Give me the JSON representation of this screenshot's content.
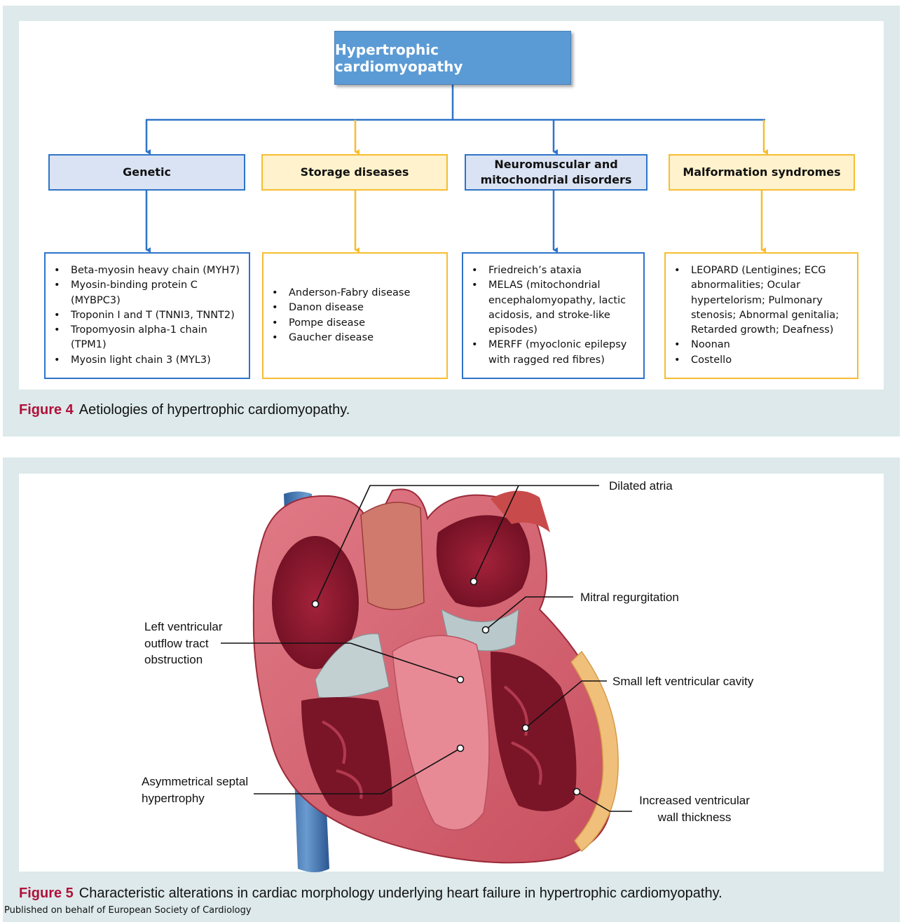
{
  "figure4": {
    "root": "Hypertrophic cardiomyopathy",
    "categories": [
      {
        "title": "Genetic",
        "color": "blue"
      },
      {
        "title": "Storage diseases",
        "color": "yellow"
      },
      {
        "title": "Neuromuscular and mitochondrial disorders",
        "color": "blue"
      },
      {
        "title": "Malformation syndromes",
        "color": "yellow"
      }
    ],
    "lists": [
      [
        "Beta-myosin heavy chain (MYH7)",
        "Myosin-binding protein C (MYBPC3)",
        "Troponin I and T (TNNI3, TNNT2)",
        "Tropomyosin alpha-1 chain (TPM1)",
        "Myosin light chain 3 (MYL3)"
      ],
      [
        "Anderson-Fabry disease",
        "Danon disease",
        "Pompe disease",
        "Gaucher disease"
      ],
      [
        "Friedreich’s ataxia",
        "MELAS (mitochondrial encephalomyopathy, lactic acidosis, and stroke-like episodes)",
        "MERFF (myoclonic epilepsy with ragged red fibres)"
      ],
      [
        "LEOPARD (Lentigines; ECG abnormalities; Ocular hypertelorism; Pulmonary stenosis; Abnormal genitalia; Retarded growth; Deafness)",
        "Noonan",
        "Costello"
      ]
    ],
    "caption_label": "Figure 4",
    "caption_text": "Aetiologies of hypertrophic cardiomyopathy."
  },
  "figure5": {
    "labels": {
      "dilated_atria": "Dilated atria",
      "mitral_regurgitation": "Mitral regurgitation",
      "lvot_obstruction": "Left ventricular outflow tract obstruction",
      "small_lv_cavity": "Small left ventricular cavity",
      "septal_hypertrophy": "Asymmetrical septal hypertrophy",
      "wall_thickness": "Increased ventricular wall thickness"
    },
    "caption_label": "Figure 5",
    "caption_text": "Characteristic alterations in cardiac morphology underlying heart failure in hypertrophic cardiomyopathy."
  },
  "footer": "Published on behalf of European Society of Cardiology",
  "colors": {
    "blue": "#2e74c9",
    "yellow": "#f6bd2f",
    "root": "#5b9bd5",
    "caption_accent": "#b0103a",
    "panel": "#dde9ea"
  }
}
